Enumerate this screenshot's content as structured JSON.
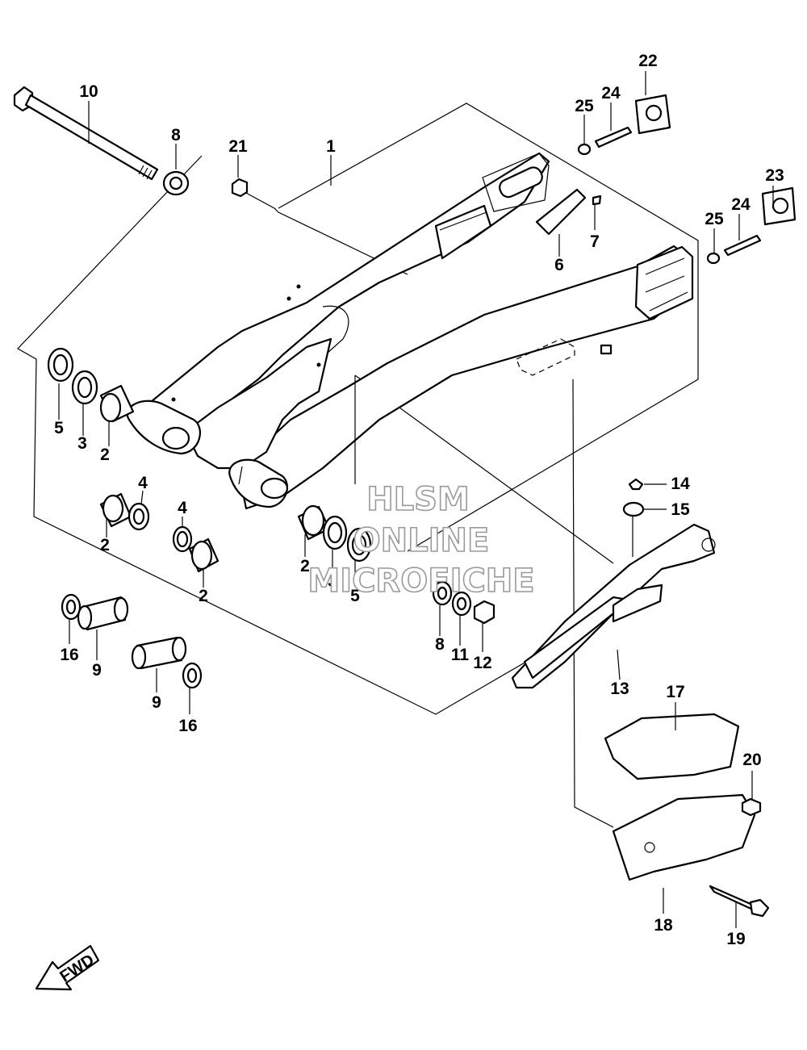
{
  "callouts": [
    {
      "label": "1"
    },
    {
      "label": "2"
    },
    {
      "label": "2"
    },
    {
      "label": "2"
    },
    {
      "label": "2"
    },
    {
      "label": "3"
    },
    {
      "label": "3"
    },
    {
      "label": "4"
    },
    {
      "label": "4"
    },
    {
      "label": "5"
    },
    {
      "label": "5"
    },
    {
      "label": "6"
    },
    {
      "label": "7"
    },
    {
      "label": "8"
    },
    {
      "label": "8"
    },
    {
      "label": "9"
    },
    {
      "label": "9"
    },
    {
      "label": "10"
    },
    {
      "label": "11"
    },
    {
      "label": "12"
    },
    {
      "label": "13"
    },
    {
      "label": "14"
    },
    {
      "label": "15"
    },
    {
      "label": "16"
    },
    {
      "label": "16"
    },
    {
      "label": "17"
    },
    {
      "label": "18"
    },
    {
      "label": "19"
    },
    {
      "label": "20"
    },
    {
      "label": "21"
    },
    {
      "label": "22"
    },
    {
      "label": "23"
    },
    {
      "label": "24"
    },
    {
      "label": "24"
    },
    {
      "label": "25"
    },
    {
      "label": "25"
    }
  ],
  "watermark": {
    "line1": "HLSM",
    "line2": "ONLINE",
    "line3": "MICROFICHE"
  },
  "fwd_label": "FWD"
}
